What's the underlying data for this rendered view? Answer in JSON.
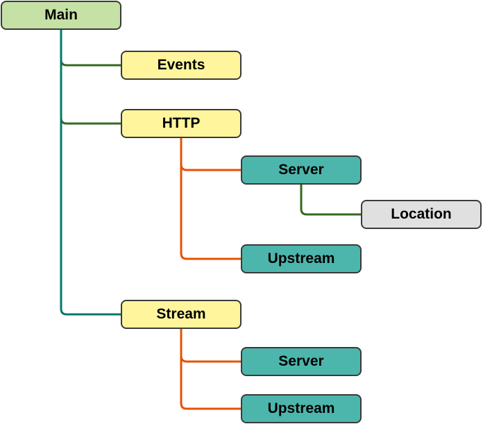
{
  "colors": {
    "root_fill": "#c5e1a5",
    "module_fill": "#fff59d",
    "block_fill": "#4db6ac",
    "leaf_fill": "#e0e0e0",
    "edge_root": "#00796b",
    "edge_module": "#33691e",
    "edge_block": "#e65100"
  },
  "nodes": {
    "main": "Main",
    "events": "Events",
    "http": "HTTP",
    "http_server": "Server",
    "location": "Location",
    "http_upstream": "Upstream",
    "stream": "Stream",
    "stream_server": "Server",
    "stream_upstream": "Upstream"
  },
  "edges": [
    {
      "from": "main",
      "to": "events",
      "color": "edge_module"
    },
    {
      "from": "main",
      "to": "http",
      "color": "edge_module"
    },
    {
      "from": "main",
      "to": "stream",
      "color": "edge_root"
    },
    {
      "from": "http",
      "to": "http_server",
      "color": "edge_block"
    },
    {
      "from": "http",
      "to": "http_upstream",
      "color": "edge_block"
    },
    {
      "from": "http_server",
      "to": "location",
      "color": "edge_module"
    },
    {
      "from": "stream",
      "to": "stream_server",
      "color": "edge_block"
    },
    {
      "from": "stream",
      "to": "stream_upstream",
      "color": "edge_block"
    }
  ]
}
